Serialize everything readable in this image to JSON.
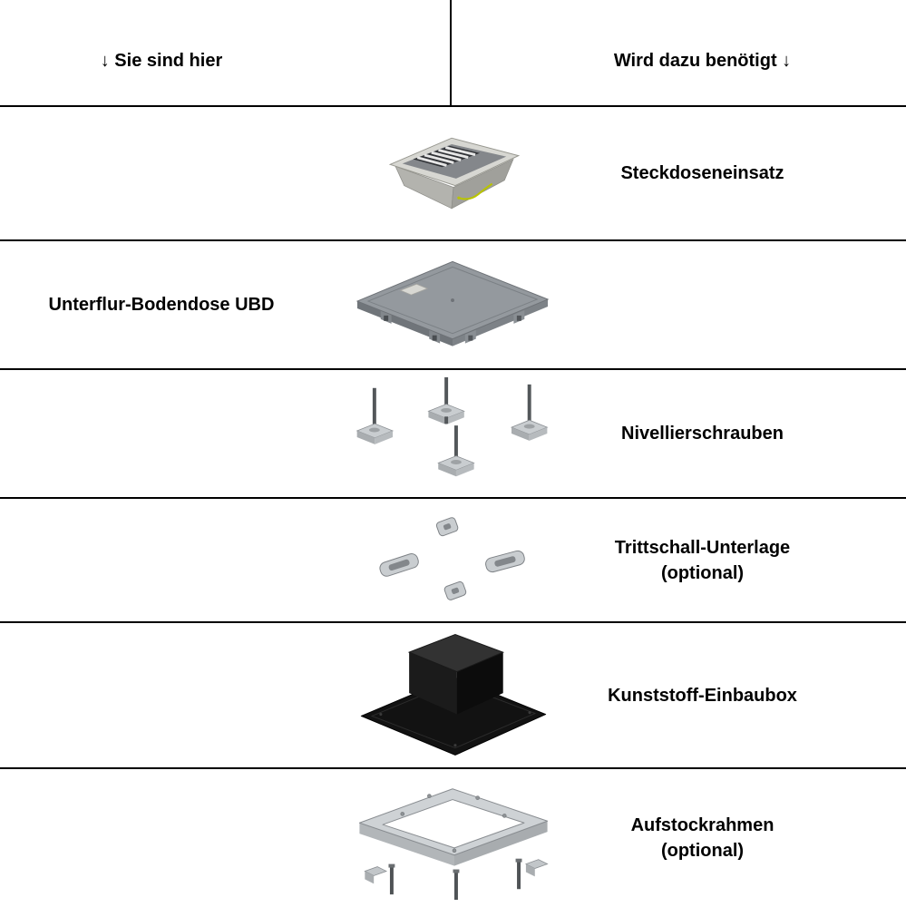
{
  "header": {
    "left_label": "↓ Sie sind hier",
    "right_label": "Wird dazu benötigt ↓"
  },
  "rows": [
    {
      "name": "steckdoseneinsatz",
      "image": "socket-insert-illustration",
      "right_label_1": "Steckdoseneinsatz"
    },
    {
      "name": "unterflur-bodendose",
      "image": "floor-box-illustration",
      "left_label": "Unterflur-Bodendose UBD"
    },
    {
      "name": "nivellierschrauben",
      "image": "leveling-screws-illustration",
      "right_label_1": "Nivellierschrauben"
    },
    {
      "name": "trittschall-unterlage",
      "image": "impact-sound-pads-illustration",
      "right_label_1": "Trittschall-Unterlage",
      "right_label_2": "(optional)"
    },
    {
      "name": "kunststoff-einbaubox",
      "image": "plastic-install-box-illustration",
      "right_label_1": "Kunststoff-Einbaubox"
    },
    {
      "name": "aufstockrahmen",
      "image": "raising-frame-illustration",
      "right_label_1": "Aufstockrahmen",
      "right_label_2": "(optional)"
    }
  ],
  "colors": {
    "line": "#000000",
    "text": "#000000",
    "background": "#ffffff",
    "metal_light": "#d7d7d2",
    "metal_mid": "#94999e",
    "plastic_black": "#111111",
    "wire_green_yellow": "#b9c400"
  }
}
